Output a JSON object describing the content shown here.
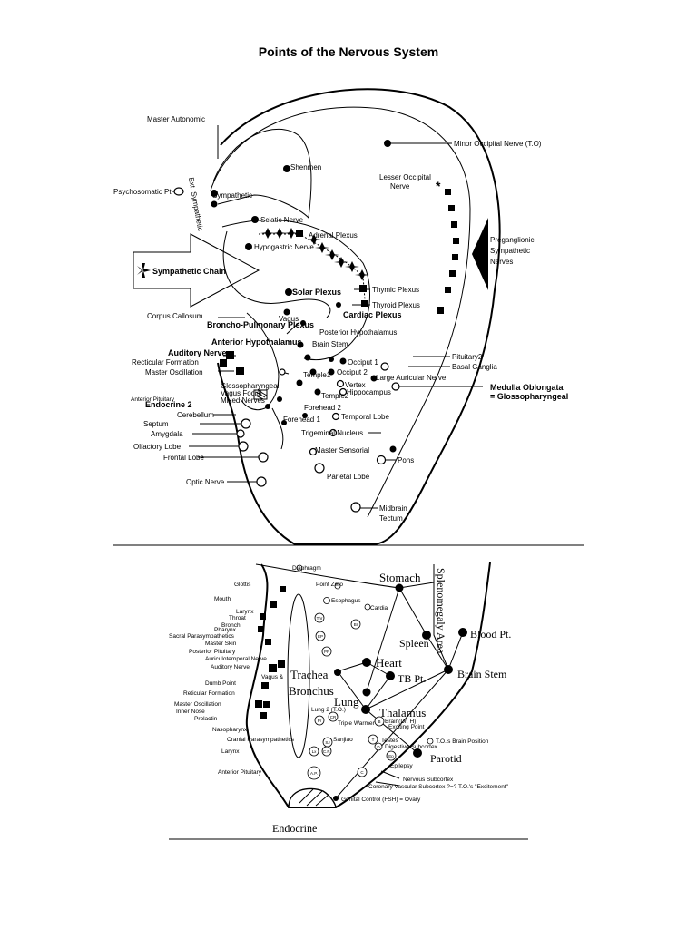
{
  "title": "Points of the Nervous System",
  "top": {
    "master_autonomic": "Master Autonomic",
    "psychosomatic": "Psychosomatic Pt",
    "ext_sympathetic": "Ext. Sympathetic",
    "sympathetic": "Sympathetic",
    "shenmen": "Shenmen",
    "sciatic": "Sciatic Nerve",
    "adrenal": "Adrenal Plexus",
    "hypogastric": "Hypogastric Nerve",
    "sympathetic_chain": "Sympathetic Chain",
    "solar": "Solar Plexus",
    "corpus": "Corpus Callosum",
    "broncho": "Broncho-Pulmonary Plexus",
    "vagus": "Vagus",
    "anterior_hypo": "Anterior Hypothalamus",
    "auditory": "Auditory Nerve",
    "recticular": "Recticular Formation",
    "master_osc": "Master Oscillation",
    "glosso": "Glossopharyngeal",
    "vagus_focial": "Vagus Focial",
    "mixed": "Mixed Nerves",
    "ant_pit": "Anterior Pituitary",
    "endocrine2": "Endocrine 2",
    "cerebellum": "Cerebellum",
    "septum": "Septum",
    "amygdala": "Amygdala",
    "olfactory": "Olfactory Lobe",
    "frontal": "Frontal Lobe",
    "optic": "Optic Nerve",
    "minor_occ": "Minor Occipital Nerve (T.O)",
    "lesser_occ_1": "Lesser Occipital",
    "lesser_occ_2": "Nerve",
    "pregang_1": "Preganglionic",
    "pregang_2": "Sympathetic",
    "pregang_3": "Nerves",
    "thymic": "Thymic Plexus",
    "thyroid": "Thyroid Plexus",
    "cardiac": "Cardiac Plexus",
    "post_hypo": "Posterior Hypothalamus",
    "brain_stem": "Brain Stem",
    "pituitary2": "Pituitary2",
    "basal": "Basal Ganglia",
    "occiput1": "Occiput 1",
    "occiput2": "Occiput 2",
    "large_aur": "Large Auricular Nerve",
    "temple1": "Temple1",
    "vertex": "Vertex",
    "hippo": "Hippocampus",
    "temple2": "Temple2",
    "forehead2": "Forehead 2",
    "forehead1": "Forehead 1",
    "medulla_1": "Medulla Oblongata",
    "medulla_2": "= Glossopharyngeal",
    "temporal": "Temporal Lobe",
    "trigeminal": "Trigeminal Nucleus",
    "master_sens": "Master Sensorial",
    "pons": "Pons",
    "parietal": "Parietal Lobe",
    "midbrain_1": "Midbrain",
    "midbrain_2": "Tectum"
  },
  "bottom": {
    "diaphragm": "Diaphragm",
    "point_zero": "Point Zero",
    "esophagus": "Esophagus",
    "cardia": "Cardia",
    "glottis": "Glottis",
    "mouth": "Mouth",
    "larynx": "Larynx",
    "throat": "Throat",
    "bronchi": "Bronchi",
    "pharynx": "Pharynx",
    "sacral": "Sacral Parasympathetics",
    "master_skin": "Master Skin",
    "post_pit": "Posterior Pituitary",
    "auriculo": "Auriculotemporal Nerve",
    "auditory": "Auditory Nerve",
    "vagus": "Vagus &",
    "dumb": "Dumb Point",
    "retic": "Reticular Formation",
    "master_osc": "Master Oscillation",
    "inner_nose": "Inner Nose",
    "prolactin": "Prolactin",
    "nasopharynx": "Nasopharynx",
    "cranial": "Cranial Parasympathetics",
    "larynx2": "Larynx",
    "ant_pit": "Anterior Pituitary",
    "stomach": "Stomach",
    "spleno": "Splenomegaly Area",
    "spleen": "Spleen",
    "blood": "Blood Pt.",
    "heart": "Heart",
    "tb": "TB Pt.",
    "brain_stem": "Brain Stem",
    "trachea": "Trachea",
    "bronchus": "Bronchus",
    "lung": "Lung",
    "lung2": "Lung 2 (T.O.)",
    "thalamus": "Thalamus",
    "triple": "Triple Warmer",
    "brain_h": "Brain(Dr. H)",
    "exciting": "Exciting Point",
    "testes": "Testes",
    "to_brain": "T.O.'s Brain Position",
    "digestive": "Digestive Subcortex",
    "sanjiao": "Sanjiao",
    "parotid": "Parotid",
    "epilepsy": "Epilepsy",
    "nervous": "Nervous Subcortex",
    "coronary": "Coronary Vascular Subcortex ?=? T.O.'s \"Excitement\"",
    "genital": "Genital Control (FSH) = Ovary",
    "endocrine": "Endocrine",
    "c_thr": "Thr",
    "c_br": "Br",
    "c_ep": "EP",
    "c_pp": "PP",
    "c_pr": "Pr",
    "c_cr": "CR",
    "c_sj": "SJ",
    "c_lx": "Lx",
    "c_cp": "C.P.",
    "c_ap": "A.P.",
    "c_t": "T",
    "c_b": "B",
    "c_d": "D",
    "c_ep2": "Ep",
    "c_c": "C"
  }
}
